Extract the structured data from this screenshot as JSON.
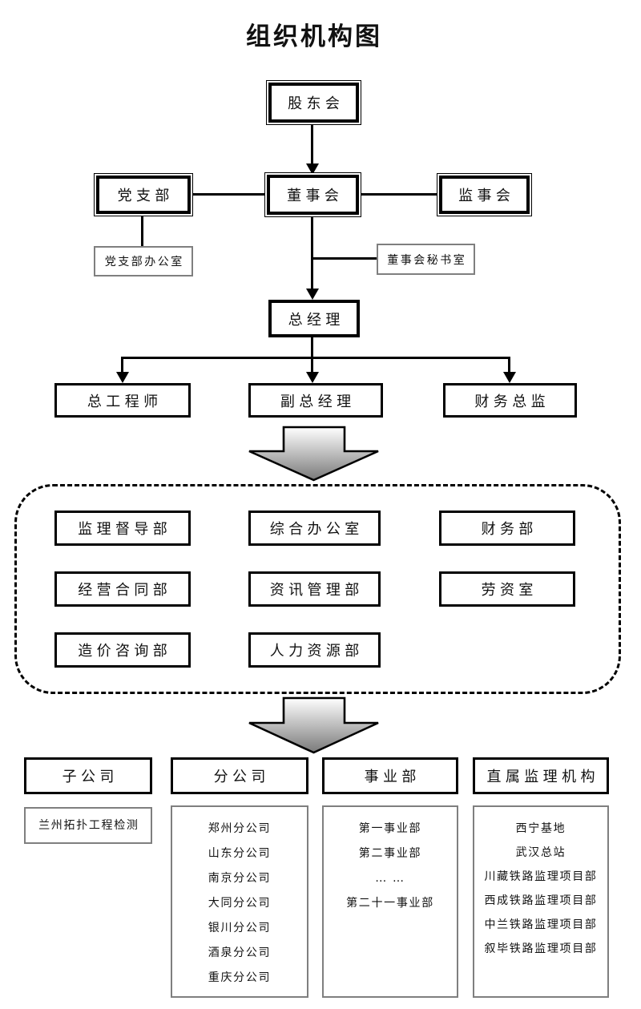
{
  "title": "组织机构图",
  "org": {
    "shareholders": "股东会",
    "party_branch": "党支部",
    "board": "董事会",
    "supervisory_board": "监事会",
    "party_branch_office": "党支部办公室",
    "board_secretary_office": "董事会秘书室",
    "general_manager": "总经理",
    "chief_engineer": "总工程师",
    "deputy_general_manager": "副总经理",
    "finance_director": "财务总监"
  },
  "departments": [
    "监理督导部",
    "综合办公室",
    "财务部",
    "经营合同部",
    "资讯管理部",
    "劳资室",
    "造价咨询部",
    "人力资源部"
  ],
  "branch_columns": [
    {
      "header": "子公司",
      "items": [
        "兰州拓扑工程检测"
      ]
    },
    {
      "header": "分公司",
      "items": [
        "郑州分公司",
        "山东分公司",
        "南京分公司",
        "大同分公司",
        "银川分公司",
        "酒泉分公司",
        "重庆分公司"
      ]
    },
    {
      "header": "事业部",
      "items": [
        "第一事业部",
        "第二事业部",
        "… …",
        "第二十一事业部"
      ]
    },
    {
      "header": "直属监理机构",
      "items": [
        "西宁基地",
        "武汉总站",
        "川藏铁路监理项目部",
        "西成铁路监理项目部",
        "中兰铁路监理项目部",
        "叙毕铁路监理项目部"
      ]
    }
  ],
  "colors": {
    "background": "#ffffff",
    "line": "#000000",
    "secondary_border": "#7f7f7f",
    "arrow_gradient_top": "#ffffff",
    "arrow_gradient_bottom": "#7a7a7a"
  }
}
